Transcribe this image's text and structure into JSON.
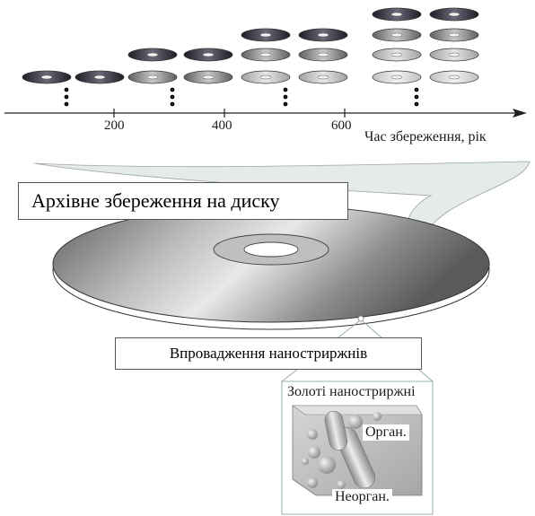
{
  "timeline": {
    "ticks": [
      "200",
      "400",
      "600"
    ],
    "axis_label": "Час збереження, рік",
    "disc_columns": [
      {
        "discs": [
          "dark"
        ],
        "dots": true
      },
      {
        "discs": [
          "dark"
        ],
        "dots": false
      },
      {
        "discs": [
          "dark",
          "medium"
        ],
        "dots": true
      },
      {
        "discs": [
          "dark",
          "medium"
        ],
        "dots": false
      },
      {
        "discs": [
          "dark",
          "medium",
          "light"
        ],
        "dots": true
      },
      {
        "discs": [
          "dark",
          "medium",
          "light"
        ],
        "dots": false
      },
      {
        "discs": [
          "dark",
          "medium",
          "light",
          "lighter"
        ],
        "dots": true
      },
      {
        "discs": [
          "dark",
          "medium",
          "light",
          "lighter"
        ],
        "dots": false
      }
    ]
  },
  "main": {
    "title": "Архівне збереження  на диску",
    "implant_label": "Впровадження наностриржнів",
    "inset_title": "Золоті наностриржні",
    "organic_label": "Орган.",
    "inorganic_label": "Неорган."
  },
  "colors": {
    "disc_dark": "#3a3a44",
    "disc_medium": "#8a8a8a",
    "disc_light": "#bdbdbd",
    "disc_lighter": "#d8d8d8",
    "arrow_fill": "#e4ebe8",
    "main_disc": "#9a9a9a"
  }
}
